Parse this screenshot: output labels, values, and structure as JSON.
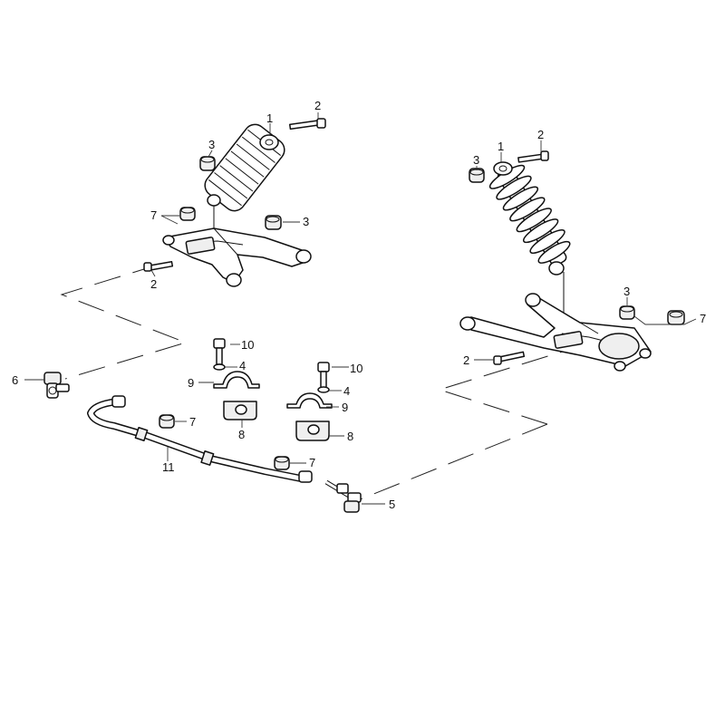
{
  "callouts": {
    "left_shock": "1",
    "left_upper_bolt": "2",
    "left_upper_nut": "3",
    "left_arm_nut_front": "7",
    "left_arm_nut_rear": "3",
    "left_arm_bolt": "2",
    "bushing_nut_left": "7",
    "end_link_left": "6",
    "clamp_bolt_left": "10",
    "washer_left": "4",
    "clamp_left": "9",
    "bushing_left": "8",
    "clamp_bolt_right": "10",
    "washer_right": "4",
    "clamp_right": "9",
    "bushing_right": "8",
    "stabilizer_bar": "11",
    "bar_nut_right": "7",
    "end_link_right": "5",
    "right_shock": "1",
    "right_upper_bolt": "2",
    "right_upper_nut": "3",
    "right_arm_nut_upper": "3",
    "right_arm_nut_outer": "7",
    "right_arm_bolt": "2"
  },
  "colors": {
    "line": "#111111",
    "fill": "#ffffff",
    "shade": "#efefef"
  }
}
